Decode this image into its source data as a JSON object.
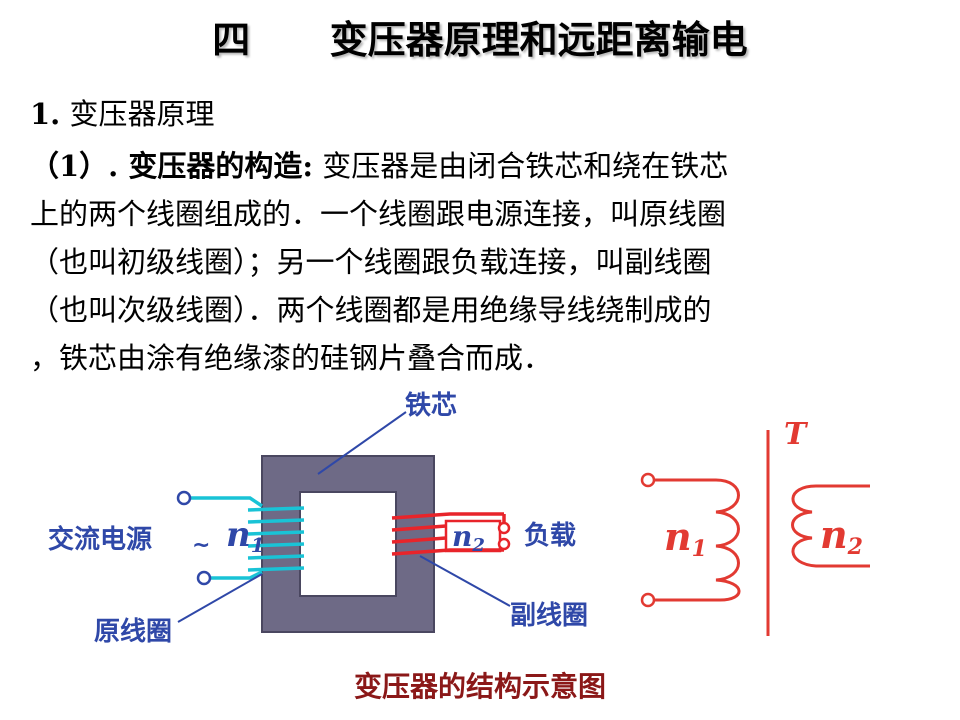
{
  "title": "四      变压器原理和远距离输电",
  "section": {
    "number": "1.",
    "heading": "变压器原理"
  },
  "paragraph": {
    "lead": "（1）. 变压器的构造:",
    "lines": [
      " 变压器是由闭合铁芯和绕在铁芯",
      "上的两个线圈组成的．一个线圈跟电源连接，叫原线圈",
      "（也叫初级线圈）；另一个线圈跟负载连接，叫副线圈",
      "（也叫次级线圈）．两个线圈都是用绝缘导线绕制成的",
      "，铁芯由涂有绝缘漆的硅钢片叠合而成．"
    ]
  },
  "diagram": {
    "core_label": "铁芯",
    "ac_source_label": "交流电源",
    "ac_symbol": "~",
    "primary_coil_label": "原线圈",
    "secondary_coil_label": "副线圈",
    "load_label": "负载",
    "n1": {
      "main": "n",
      "sub": "1"
    },
    "n2": {
      "main": "n",
      "sub": "2"
    },
    "symbol_label": "T",
    "symbol_n1": {
      "main": "n",
      "sub": "1"
    },
    "symbol_n2": {
      "main": "n",
      "sub": "2"
    },
    "caption": "变压器的结构示意图",
    "colors": {
      "core": "#6e6a86",
      "label_blue": "#2f48a8",
      "primary": "#19c3d6",
      "secondary": "#e8242a",
      "symbol": "#e23a32",
      "caption": "#8b1818"
    }
  }
}
